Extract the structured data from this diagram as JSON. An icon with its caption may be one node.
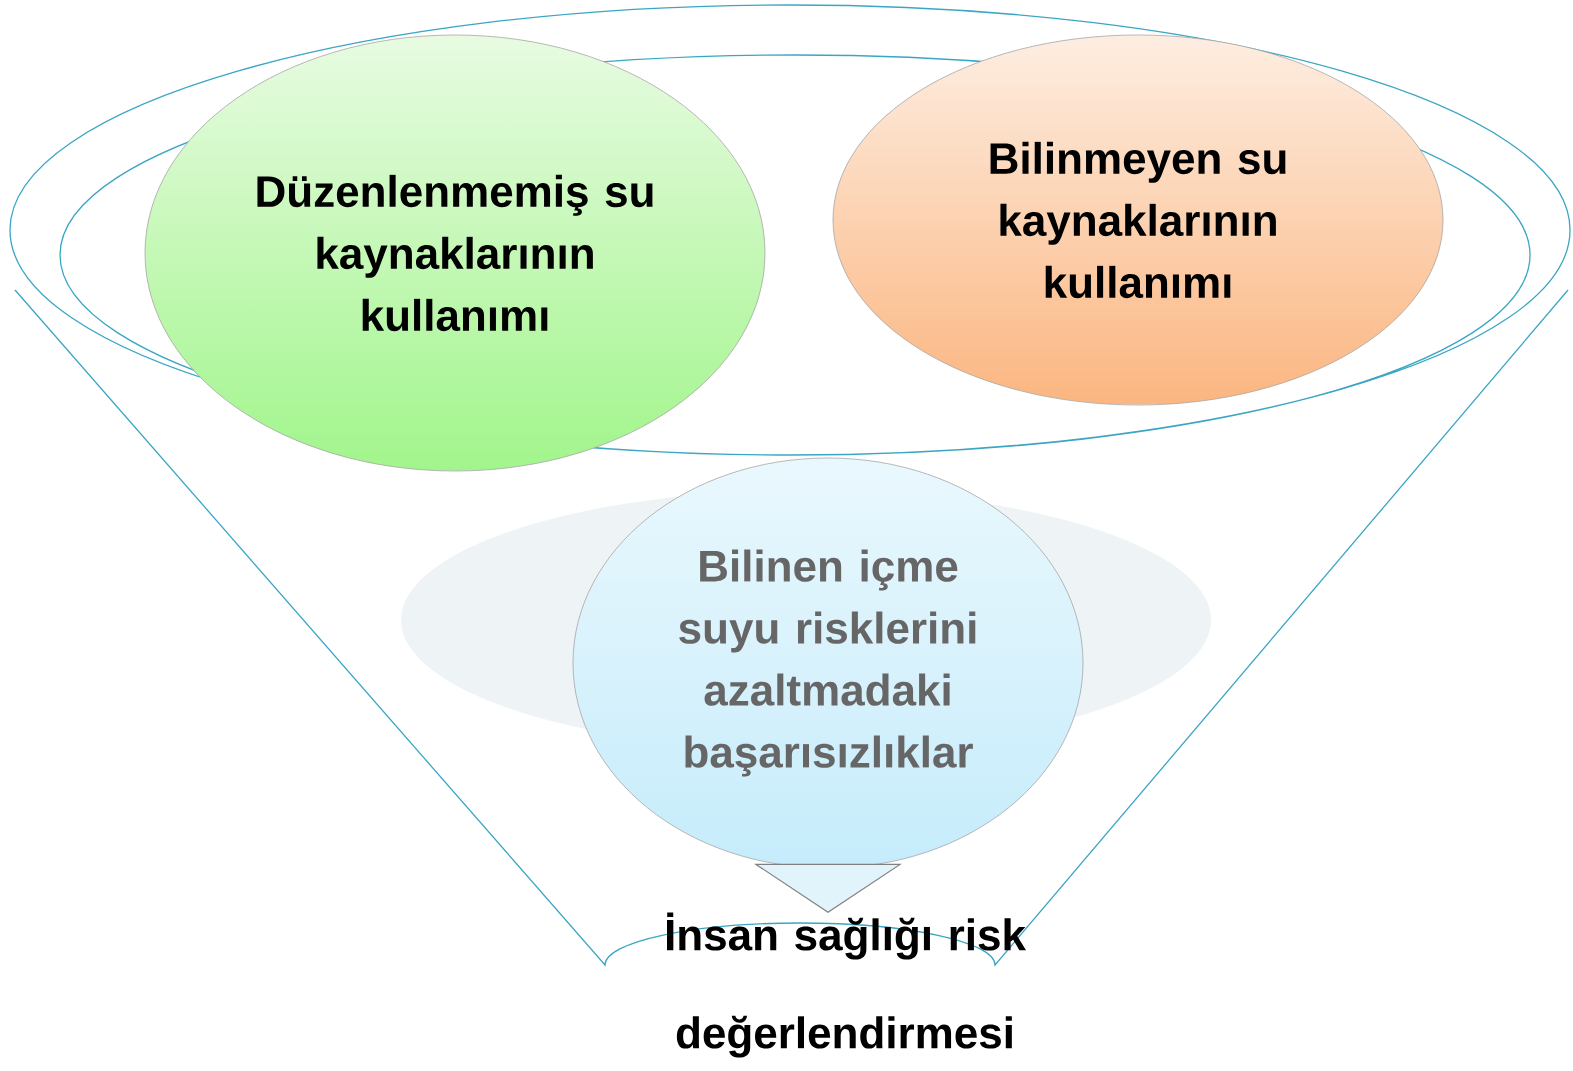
{
  "diagram": {
    "nodes": [
      {
        "text": [
          "Düzenlenmemiş su kaynaklarının kullanımı"
        ]
      },
      {
        "text": [
          "Bilinmeyen su kaynaklarının kullanımı"
        ]
      },
      {
        "text": [
          "Bilinen içme suyu risklerini azaltmadaki başarısızlıklar"
        ]
      },
      {
        "text": [
          "İnsan sağlığı risk değerlendirmesi"
        ]
      }
    ],
    "edges": [
      {
        "from": 2,
        "to": 3,
        "arrow": "to"
      }
    ]
  }
}
